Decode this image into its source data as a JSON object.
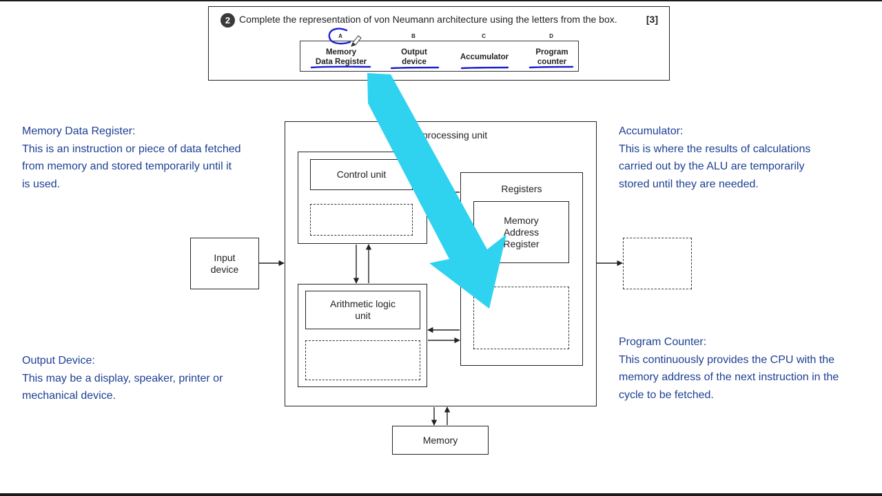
{
  "question": {
    "number": "2",
    "text": "Complete the representation of von Neumann architecture using the letters from the box.",
    "marks": "[3]",
    "letters": [
      "A",
      "B",
      "C",
      "D"
    ],
    "options": [
      {
        "line1": "Memory",
        "line2": "Data Register"
      },
      {
        "line1": "Output",
        "line2": "device"
      },
      {
        "line1": "Accumulator",
        "line2": ""
      },
      {
        "line1": "Program",
        "line2": "counter"
      }
    ]
  },
  "notes": {
    "mdr": {
      "title": "Memory Data Register:",
      "lines": [
        "This is an instruction or piece of data fetched",
        "from memory and stored temporarily until it",
        "is used."
      ]
    },
    "accumulator": {
      "title": "Accumulator:",
      "lines": [
        "This is where the results of calculations",
        "carried out by the ALU are temporarily",
        "stored until they are needed."
      ]
    },
    "output": {
      "title": "Output Device:",
      "lines": [
        "This may be a display, speaker, printer or",
        "mechanical device."
      ]
    },
    "pc": {
      "title": "Program Counter:",
      "lines": [
        "This continuously provides the CPU with the",
        "memory address of the next instruction in the",
        "cycle to be fetched."
      ]
    }
  },
  "diagram": {
    "cpu_title": "Central processing unit",
    "control_unit": "Control unit",
    "alu_line1": "Arithmetic logic",
    "alu_line2": "unit",
    "registers": "Registers",
    "mar_line1": "Memory",
    "mar_line2": "Address",
    "mar_line3": "Register",
    "input_line1": "Input",
    "input_line2": "device",
    "memory": "Memory"
  },
  "colors": {
    "note_text": "#1d3f93",
    "annotation_pen": "#1a1fd0",
    "pointer_arrow": "#2fd3f0"
  }
}
